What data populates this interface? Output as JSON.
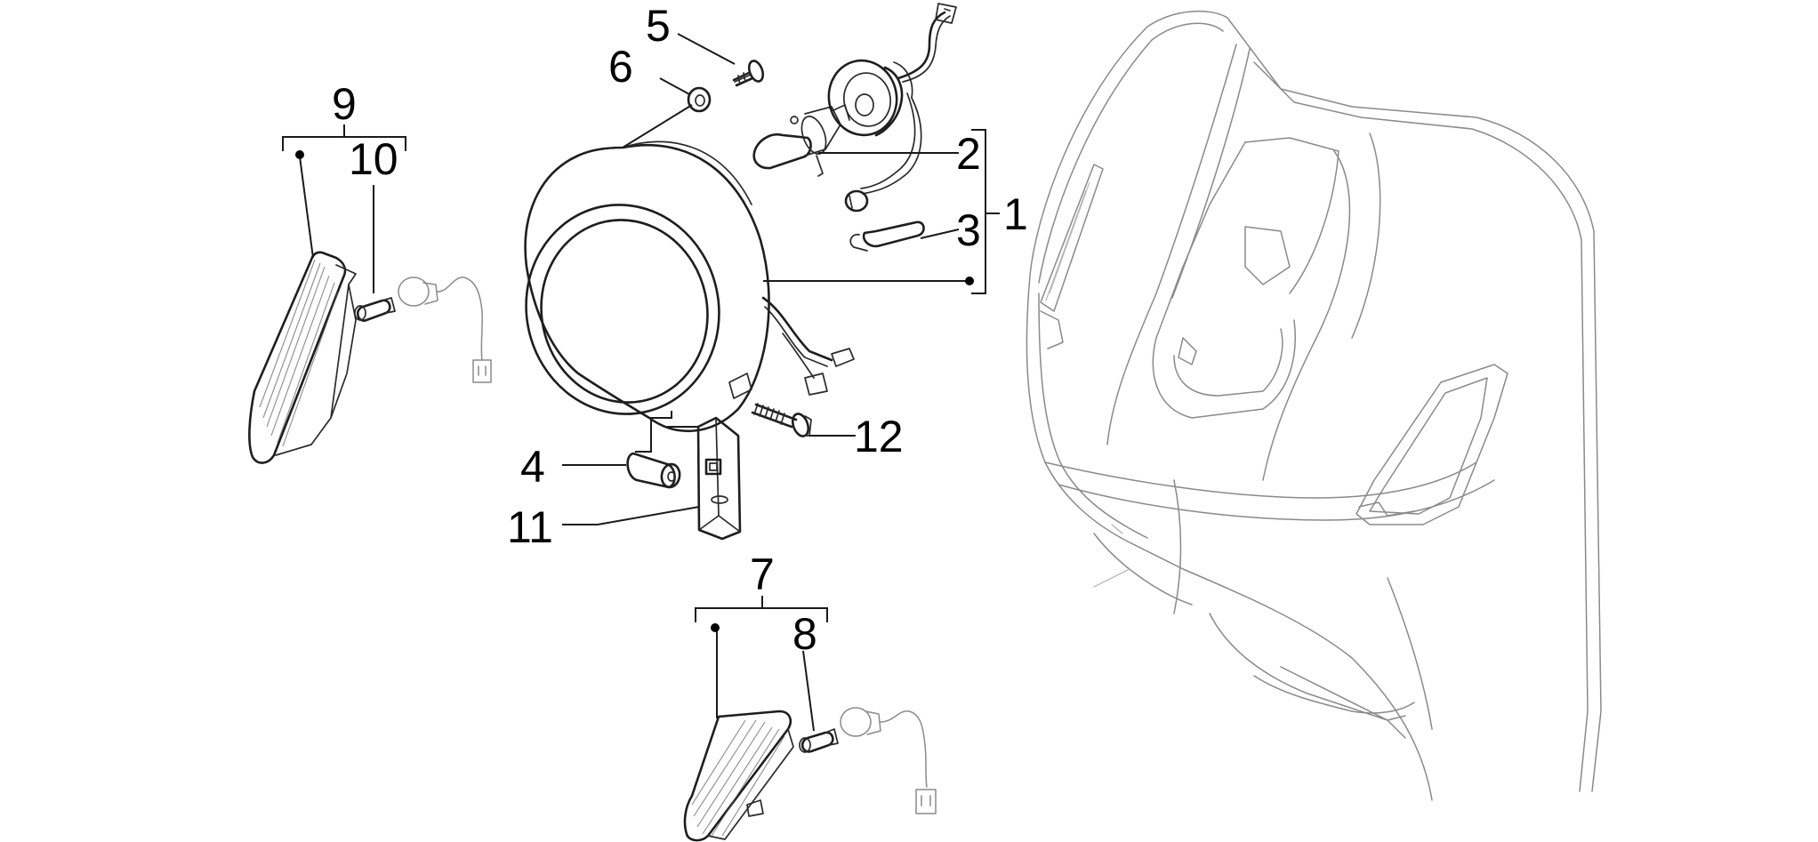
{
  "diagram": {
    "callouts": {
      "c1": "1",
      "c2": "2",
      "c3": "3",
      "c4": "4",
      "c5": "5",
      "c6": "6",
      "c7": "7",
      "c8": "8",
      "c9": "9",
      "c10": "10",
      "c11": "11",
      "c12": "12"
    },
    "parts": [
      "headlight-assembly",
      "headlight-bulb",
      "bulb-holder-wire",
      "spacer",
      "screw",
      "washer",
      "right-turn-signal-assembly",
      "right-turn-signal-bulb",
      "left-turn-signal-assembly",
      "left-turn-signal-bulb",
      "mounting-bracket",
      "adjusting-screw",
      "front-shield-body"
    ]
  }
}
